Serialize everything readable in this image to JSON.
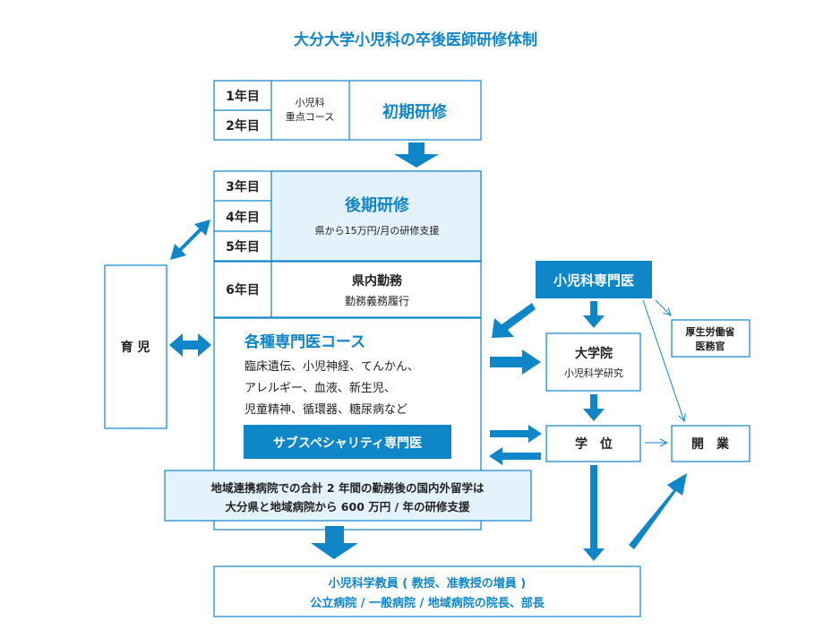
{
  "title": "大分大学小児科の卒後医師研修体制",
  "colors": {
    "accent": "#0f86c8",
    "light": "#e4f3fb"
  },
  "initial": {
    "years": [
      "1年目",
      "2年目"
    ],
    "course_line1": "小児科",
    "course_line2": "重点コース",
    "label": "初期研修"
  },
  "later": {
    "years": [
      "3年目",
      "4年目",
      "5年目"
    ],
    "label": "後期研修",
    "sub": "県から15万円/月の研修支援"
  },
  "year6": {
    "year": "6年目",
    "label": "県内勤務",
    "sub": "勤務義務履行"
  },
  "childcare": "育 児",
  "specialty": {
    "title": "各種専門医コース",
    "lines": [
      "臨床遺伝、小児神経、てんかん、",
      "アレルギー、血液、新生児、",
      "児童精神、循環器、糖尿病など"
    ],
    "subspecialty": "サブスペシャリティ専門医"
  },
  "regional": {
    "line1": "地域連携病院での合計 2 年間の勤務後の国内外留学は",
    "line2": "大分県と地域病院から 600 万円 / 年の研修支援"
  },
  "pediatric_specialist": "小児科専門医",
  "graduate_school": {
    "label": "大学院",
    "sub": "小児科学研究"
  },
  "mhlw": {
    "line1": "厚生労働省",
    "line2": "医務官"
  },
  "degree": "学　位",
  "opening": "開　業",
  "faculty": {
    "line1": "小児科学教員 ( 教授、准教授の増員 )",
    "line2": "公立病院 / 一般病院 / 地域病院の院長、部長"
  }
}
